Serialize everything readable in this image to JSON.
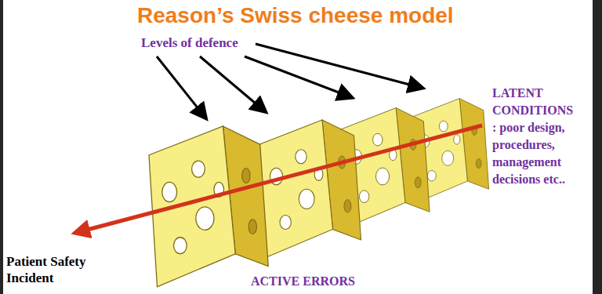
{
  "diagram": {
    "title": "Reason’s Swiss cheese model",
    "labels": [
      "Levels of defence",
      "LATENT CONDITIONS : poor design, procedures, management decisions etc..",
      "Patient Safety Incident",
      "ACTIVE ERRORS"
    ]
  }
}
